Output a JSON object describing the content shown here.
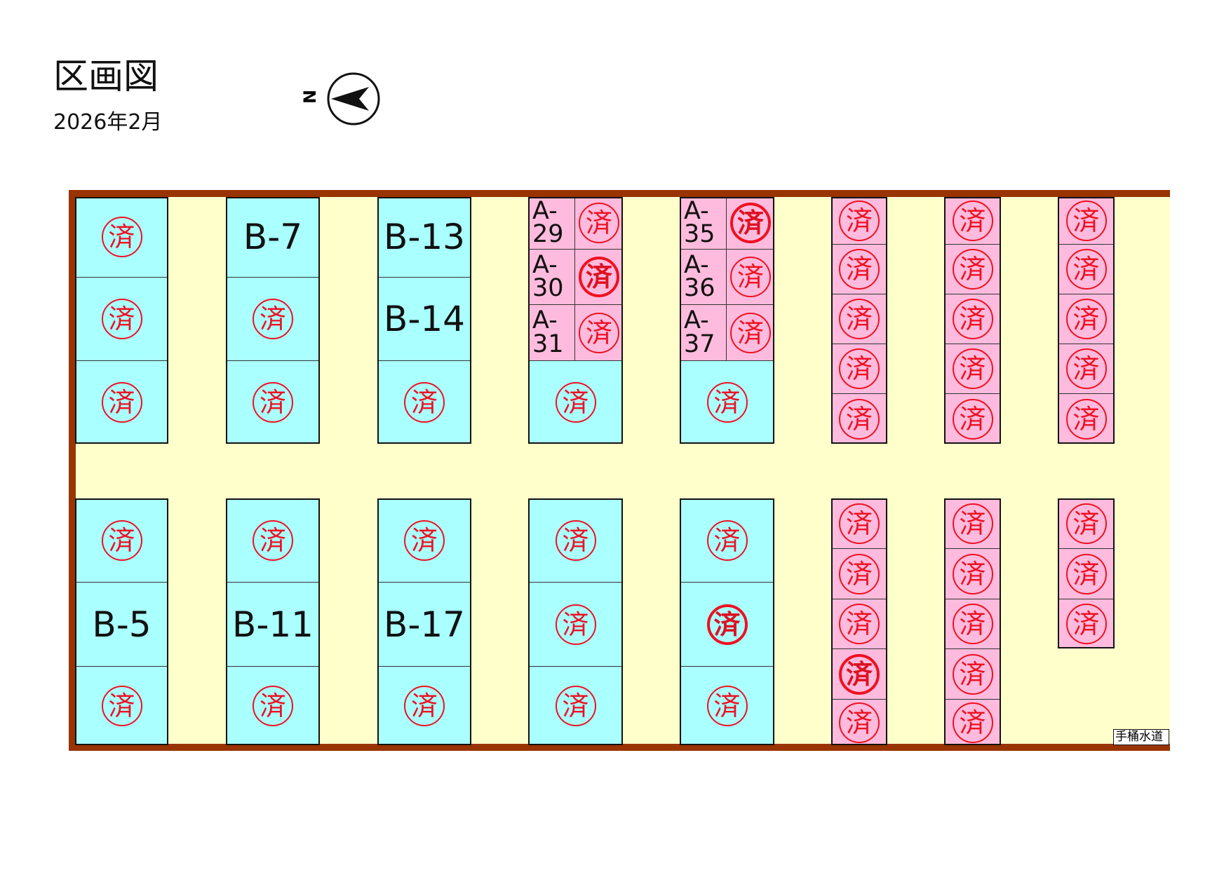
{
  "title": "区画図",
  "date": "2026年2月",
  "compass": {
    "label": "N",
    "icon": "north-arrow-icon"
  },
  "water_tap": "手桶水道",
  "stamp_text": "済",
  "colors": {
    "border": "#993300",
    "aisle": "#ffffcc",
    "plot_b": "#aaffff",
    "plot_a": "#ffbbdd",
    "stamp": "#ee1122"
  },
  "columns": [
    {
      "type": "cyan",
      "top": [
        {
          "stamp": true
        },
        {
          "stamp": true
        },
        {
          "stamp": true
        }
      ],
      "bottom": [
        {
          "stamp": true
        },
        {
          "label": "B-5"
        },
        {
          "stamp": true
        }
      ]
    },
    {
      "type": "cyan",
      "top": [
        {
          "label": "B-7"
        },
        {
          "stamp": true
        },
        {
          "stamp": true
        }
      ],
      "bottom": [
        {
          "stamp": true
        },
        {
          "label": "B-11"
        },
        {
          "stamp": true
        }
      ]
    },
    {
      "type": "cyan",
      "top": [
        {
          "label": "B-13"
        },
        {
          "label": "B-14"
        },
        {
          "stamp": true
        }
      ],
      "bottom": [
        {
          "stamp": true
        },
        {
          "label": "B-17"
        },
        {
          "stamp": true
        }
      ]
    },
    {
      "type": "mixed",
      "top": [
        {
          "alabel": "A-29",
          "stamp": true
        },
        {
          "alabel": "A-30",
          "stamp": true,
          "bold": true
        },
        {
          "alabel": "A-31",
          "stamp": true
        },
        {
          "stamp": true
        }
      ],
      "bottom": [
        {
          "stamp": true
        },
        {
          "stamp": true
        },
        {
          "stamp": true
        }
      ]
    },
    {
      "type": "mixed",
      "top": [
        {
          "alabel": "A-35",
          "stamp": true,
          "bold": true
        },
        {
          "alabel": "A-36",
          "stamp": true
        },
        {
          "alabel": "A-37",
          "stamp": true
        },
        {
          "stamp": true
        }
      ],
      "bottom": [
        {
          "stamp": true
        },
        {
          "stamp": true,
          "bold": true
        },
        {
          "stamp": true
        }
      ]
    },
    {
      "type": "pink",
      "top": [
        {
          "stamp": true
        },
        {
          "stamp": true
        },
        {
          "stamp": true
        },
        {
          "stamp": true
        },
        {
          "stamp": true
        }
      ],
      "bottom": [
        {
          "stamp": true
        },
        {
          "stamp": true
        },
        {
          "stamp": true
        },
        {
          "stamp": true,
          "bold": true
        },
        {
          "stamp": true
        }
      ]
    },
    {
      "type": "pink",
      "top": [
        {
          "stamp": true
        },
        {
          "stamp": true
        },
        {
          "stamp": true
        },
        {
          "stamp": true
        },
        {
          "stamp": true
        }
      ],
      "bottom": [
        {
          "stamp": true
        },
        {
          "stamp": true
        },
        {
          "stamp": true
        },
        {
          "stamp": true
        },
        {
          "stamp": true
        }
      ]
    },
    {
      "type": "pink",
      "top": [
        {
          "stamp": true
        },
        {
          "stamp": true
        },
        {
          "stamp": true
        },
        {
          "stamp": true
        },
        {
          "stamp": true
        }
      ],
      "bottom": [
        {
          "stamp": true
        },
        {
          "stamp": true
        },
        {
          "stamp": true
        }
      ]
    }
  ]
}
